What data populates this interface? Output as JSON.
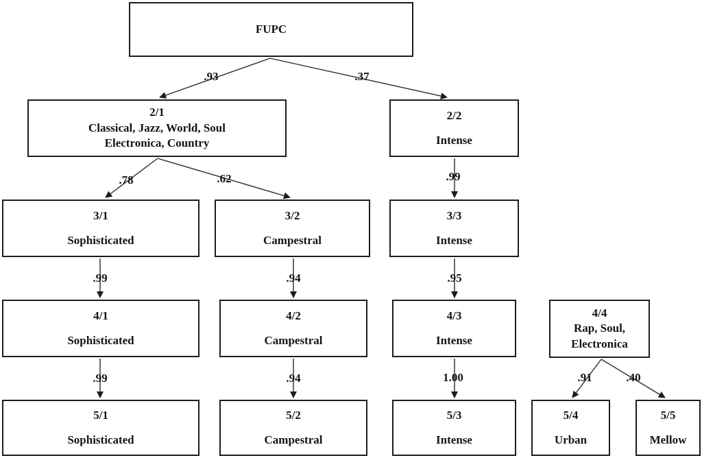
{
  "diagram_type": "tree",
  "colors": {
    "ink": "#1c1c1c",
    "background": "#ffffff"
  },
  "tree": {
    "nodes": [
      {
        "id": "FUPC"
      },
      {
        "id": "2/1",
        "line1": "Classical, Jazz, World, Soul",
        "line2": "Electronica, Country"
      },
      {
        "id": "2/2",
        "label": "Intense"
      },
      {
        "id": "3/1",
        "label": "Sophisticated"
      },
      {
        "id": "3/2",
        "label": "Campestral"
      },
      {
        "id": "3/3",
        "label": "Intense"
      },
      {
        "id": "4/1",
        "label": "Sophisticated"
      },
      {
        "id": "4/2",
        "label": "Campestral"
      },
      {
        "id": "4/3",
        "label": "Intense"
      },
      {
        "id": "4/4",
        "line1": "Rap, Soul,",
        "line2": "Electronica"
      },
      {
        "id": "5/1",
        "label": "Sophisticated"
      },
      {
        "id": "5/2",
        "label": "Campestral"
      },
      {
        "id": "5/3",
        "label": "Intense"
      },
      {
        "id": "5/4",
        "label": "Urban"
      },
      {
        "id": "5/5",
        "label": "Mellow"
      }
    ],
    "edges": [
      {
        "from": "FUPC",
        "to": "2/1",
        "weight": ".93"
      },
      {
        "from": "FUPC",
        "to": "2/2",
        "weight": ".37"
      },
      {
        "from": "2/1",
        "to": "3/1",
        "weight": ".78"
      },
      {
        "from": "2/1",
        "to": "3/2",
        "weight": ".62"
      },
      {
        "from": "2/2",
        "to": "3/3",
        "weight": ".99"
      },
      {
        "from": "3/1",
        "to": "4/1",
        "weight": ".99"
      },
      {
        "from": "3/2",
        "to": "4/2",
        "weight": ".94"
      },
      {
        "from": "3/3",
        "to": "4/3",
        "weight": ".95"
      },
      {
        "from": "4/1",
        "to": "5/1",
        "weight": ".99"
      },
      {
        "from": "4/2",
        "to": "5/2",
        "weight": ".94"
      },
      {
        "from": "4/3",
        "to": "5/3",
        "weight": "1.00"
      },
      {
        "from": "4/4",
        "to": "5/4",
        "weight": ".91"
      },
      {
        "from": "4/4",
        "to": "5/5",
        "weight": ".40"
      }
    ]
  }
}
